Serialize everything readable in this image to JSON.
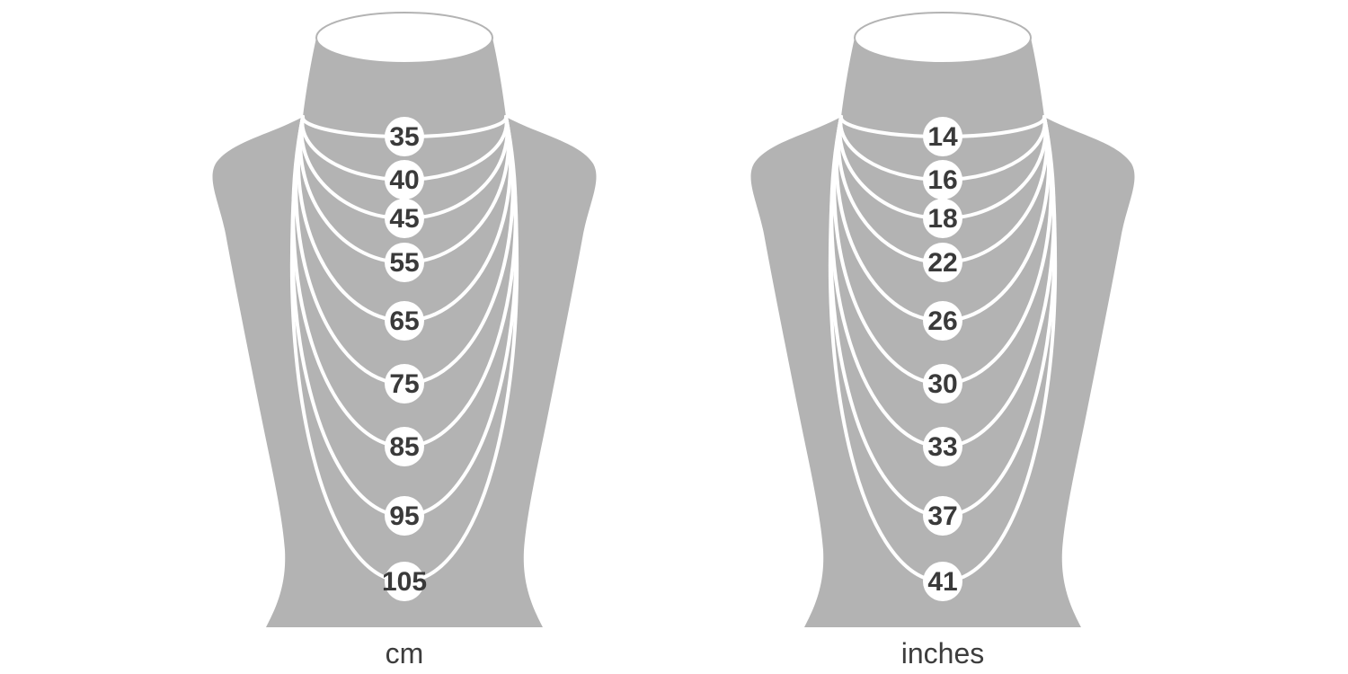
{
  "colors": {
    "bust_gray": "#b3b3b3",
    "strand_white": "#ffffff",
    "badge_fill": "#ffffff",
    "badge_text": "#3a3a3a",
    "label_text": "#3d3d3d",
    "background": "#ffffff"
  },
  "busts": [
    {
      "unit_label": "cm",
      "sizes": [
        "35",
        "40",
        "45",
        "55",
        "65",
        "75",
        "85",
        "95",
        "105"
      ]
    },
    {
      "unit_label": "inches",
      "sizes": [
        "14",
        "16",
        "18",
        "22",
        "26",
        "30",
        "33",
        "37",
        "41"
      ]
    }
  ]
}
